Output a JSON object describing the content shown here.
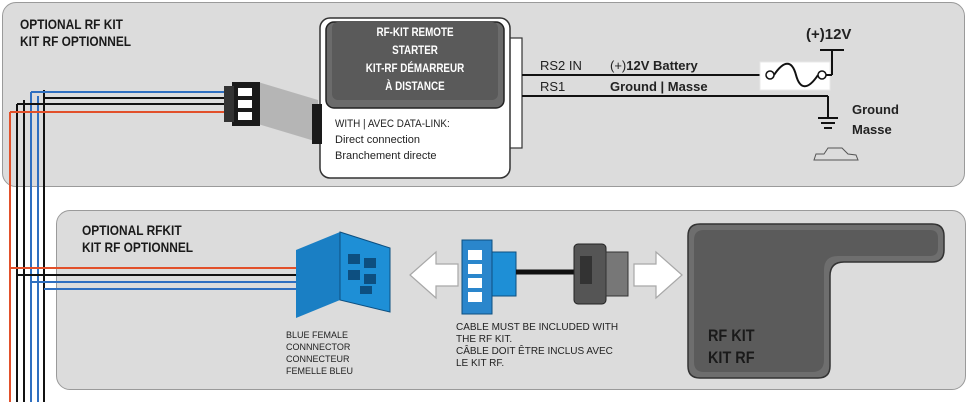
{
  "top_panel": {
    "title_line1": "OPTIONAL RF KIT",
    "title_line2": "KIT RF OPTIONNEL"
  },
  "remote_starter": {
    "label_line1": "RF-KIT REMOTE",
    "label_line2": "STARTER",
    "label_line3": "KIT-RF DÉMARREUR",
    "label_line4": "À DISTANCE",
    "datalink_line1": "WITH | AVEC DATA-LINK:",
    "datalink_line2": "Direct connection",
    "datalink_line3": "Branchement directe"
  },
  "wiring": {
    "rs2_label": "RS2 IN",
    "rs1_label": "RS1",
    "battery_prefix": "(+)",
    "battery_label": "12V Battery",
    "ground_label": "Ground | Masse",
    "voltage_label": "(+)12V",
    "ground_symbol_line1": "Ground",
    "ground_symbol_line2": "Masse"
  },
  "bottom_panel": {
    "title_line1": "OPTIONAL RFKIT",
    "title_line2": "KIT RF OPTIONNEL",
    "connector_line1": "BLUE FEMALE",
    "connector_line2": "CONNNECTOR",
    "connector_line3": "CONNECTEUR",
    "connector_line4": "FEMELLE BLEU",
    "cable_line1": "CABLE MUST BE INCLUDED WITH",
    "cable_line2": "THE RF KIT.",
    "cable_line3": "CÂBLE DOIT ÊTRE INCLUS AVEC",
    "cable_line4": "LE KIT RF.",
    "rfkit_line1": "RF KIT",
    "rfkit_line2": "KIT RF"
  },
  "colors": {
    "wire_red": "#e2502a",
    "wire_blue": "#2f6fc0",
    "wire_black": "#111111",
    "connector_blue": "#1e8fd6",
    "panel_gray": "#dcdcdc"
  }
}
